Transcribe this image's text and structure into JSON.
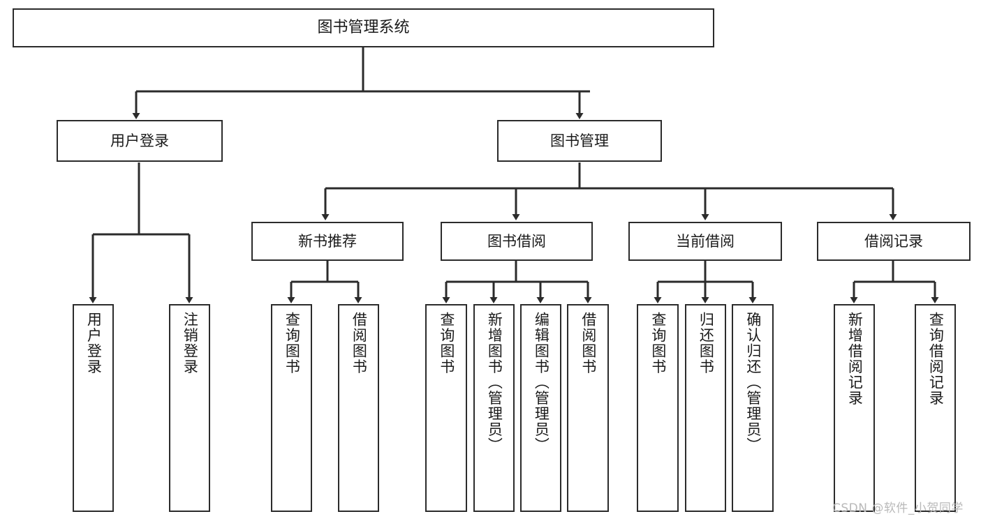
{
  "diagram": {
    "title": "图书管理系统",
    "type": "tree-hierarchy",
    "watermark": "CSDN @软件_小贺同学",
    "colors": {
      "stroke": "#2b2b2b",
      "fill": "#ffffff",
      "text": "#1a1a1a",
      "watermark": "#b9b9b9"
    },
    "nodes": {
      "root": {
        "label": "图书管理系统"
      },
      "level1": [
        {
          "label": "用户登录"
        },
        {
          "label": "图书管理"
        }
      ],
      "level2": [
        {
          "label": "新书推荐"
        },
        {
          "label": "图书借阅"
        },
        {
          "label": "当前借阅"
        },
        {
          "label": "借阅记录"
        }
      ],
      "leaves_user_login": [
        {
          "label": "用户登录"
        },
        {
          "label": "注销登录"
        }
      ],
      "leaves_new_book": [
        {
          "label": "查询图书"
        },
        {
          "label": "借阅图书"
        }
      ],
      "leaves_borrow": [
        {
          "label": "查询图书"
        },
        {
          "label": "新增图书（管理员）"
        },
        {
          "label": "编辑图书（管理员）"
        },
        {
          "label": "借阅图书"
        }
      ],
      "leaves_current": [
        {
          "label": "查询图书"
        },
        {
          "label": "归还图书"
        },
        {
          "label": "确认归还（管理员）"
        }
      ],
      "leaves_records": [
        {
          "label": "新增借阅记录"
        },
        {
          "label": "查询借阅记录"
        }
      ]
    }
  }
}
